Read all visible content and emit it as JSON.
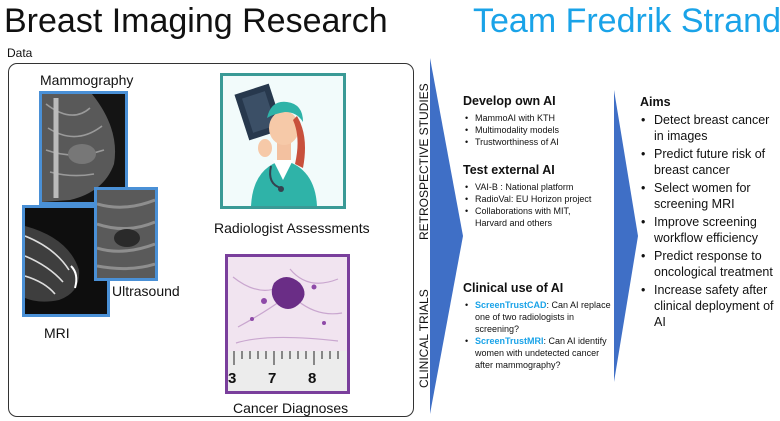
{
  "header": {
    "title": "Breast Imaging Research",
    "team": "Team Fredrik Strand"
  },
  "data_panel": {
    "label": "Data",
    "mammography": "Mammography",
    "ultrasound": "Ultrasound",
    "mri": "MRI",
    "radiologist": "Radiologist Assessments",
    "cancer": "Cancer Diagnoses",
    "ruler_numbers": [
      "3",
      "7",
      "8"
    ]
  },
  "phases": {
    "retrospective": "RETROSPECTIVE STUDIES",
    "clinical": "CLINICAL TRIALS"
  },
  "develop": {
    "title": "Develop own AI",
    "items": [
      "MammoAI with KTH",
      "Multimodality models",
      "Trustworthiness of AI"
    ]
  },
  "test": {
    "title": "Test external AI",
    "items": [
      "VAI-B : National platform",
      "RadioVal: EU Horizon project",
      "Collaborations with MIT, Harvard and others"
    ]
  },
  "clinical_use": {
    "title": "Clinical use of AI",
    "items": [
      {
        "name": "ScreenTrustCAD",
        "text": ": Can AI replace one of two radiologists in screening?"
      },
      {
        "name": "ScreenTrustMRI",
        "text": ": Can AI identify women with undetected cancer after mammography?"
      }
    ]
  },
  "aims": {
    "title": "Aims",
    "items": [
      "Detect breast cancer in images",
      "Predict future risk of breast cancer",
      "Select women for screening MRI",
      "Improve screening workflow efficiency",
      "Predict response to oncological treatment",
      "Increase safety after clinical deployment of AI"
    ]
  },
  "colors": {
    "accent": "#1aa3e8",
    "arrow": "#3f6fc6",
    "frame": "#4a90d6",
    "teal": "#3a9a96",
    "purple": "#7a3f9c"
  }
}
